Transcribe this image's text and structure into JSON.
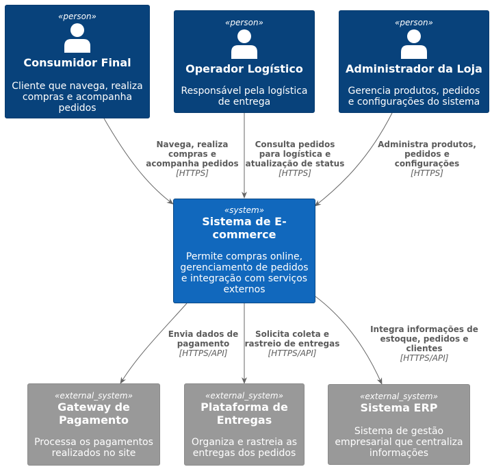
{
  "persons": [
    {
      "stereotype": "«person»",
      "title": "Consumidor Final",
      "description": "Cliente que navega, realiza compras e acompanha pedidos"
    },
    {
      "stereotype": "«person»",
      "title": "Operador Logístico",
      "description": "Responsável pela logística de entrega"
    },
    {
      "stereotype": "«person»",
      "title": "Administrador da Loja",
      "description": "Gerencia produtos, pedidos e configurações do sistema"
    }
  ],
  "system": {
    "stereotype": "«system»",
    "title": "Sistema de E-commerce",
    "description": "Permite compras online, gerenciamento de pedidos e integração com serviços externos"
  },
  "external_systems": [
    {
      "stereotype": "«external_system»",
      "title": "Gateway de Pagamento",
      "description": "Processa os pagamentos realizados no site"
    },
    {
      "stereotype": "«external_system»",
      "title": "Plataforma de Entregas",
      "description": "Organiza e rastreia as entregas dos pedidos"
    },
    {
      "stereotype": "«external_system»",
      "title": "Sistema ERP",
      "description": "Sistema de gestão empresarial que centraliza informações"
    }
  ],
  "relations": [
    {
      "label": "Navega, realiza compras e acompanha pedidos",
      "protocol": "[HTTPS]"
    },
    {
      "label": "Consulta pedidos para logística e atualização de status",
      "protocol": "[HTTPS]"
    },
    {
      "label": "Administra produtos, pedidos e configurações",
      "protocol": "[HTTPS]"
    },
    {
      "label": "Envia dados de pagamento",
      "protocol": "[HTTPS/API]"
    },
    {
      "label": "Solicita coleta e rastreio de entregas",
      "protocol": "[HTTPS/API]"
    },
    {
      "label": "Integra informações de estoque, pedidos e clientes",
      "protocol": "[HTTPS/API]"
    }
  ],
  "colors": {
    "person": "#08427b",
    "system": "#1168bd",
    "external_system": "#999999",
    "arrow": "#666666"
  },
  "icons": {
    "person": "person-icon"
  }
}
